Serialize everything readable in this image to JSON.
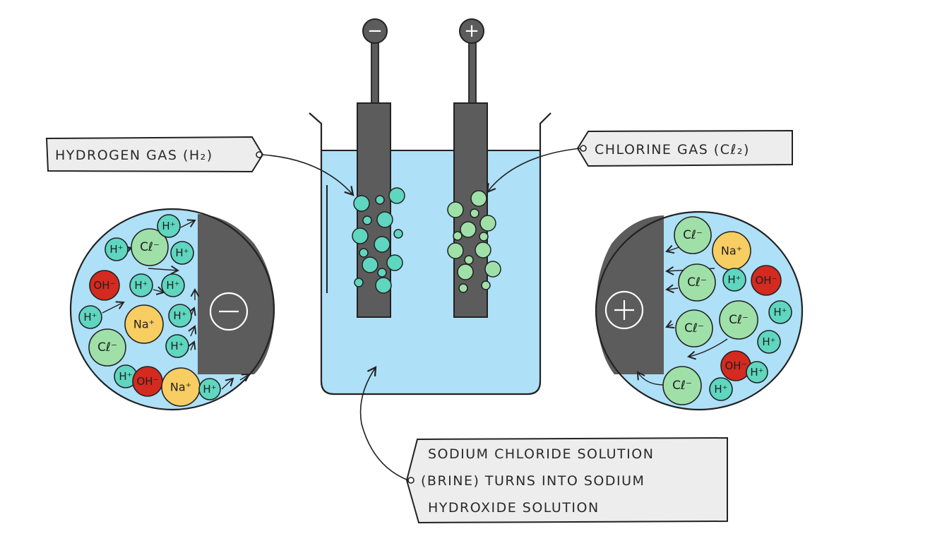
{
  "labels": {
    "hydrogen_gas": "HYDROGEN GAS (H₂)",
    "chlorine_gas": "CHLORINE GAS (Cℓ₂)",
    "brine_line1": "SODIUM CHLORIDE SOLUTION",
    "brine_line2": "(BRINE) TURNS INTO SODIUM",
    "brine_line3": "HYDROXIDE SOLUTION"
  },
  "electrodes": {
    "cathode_sign": "−",
    "anode_sign": "+"
  },
  "ions": {
    "hydrogen": "H⁺",
    "chloride": "Cℓ⁻",
    "sodium": "Na⁺",
    "hydroxide": "OH⁻"
  },
  "colors": {
    "solution": "#aee0f8",
    "electrode": "#5c5c5c",
    "hydrogen_ion": "#5fd6bf",
    "chloride_ion": "#9fe0a8",
    "sodium_ion": "#f8cd62",
    "hydroxide_ion": "#d42a1f",
    "label_box": "#ededed"
  }
}
